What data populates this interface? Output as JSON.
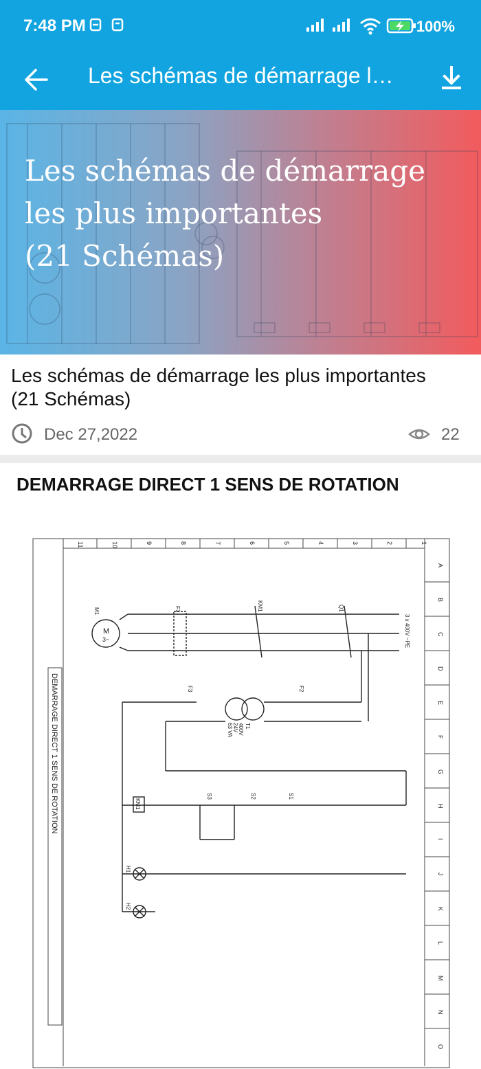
{
  "status_bar": {
    "time": "7:48 PM",
    "battery": "100%"
  },
  "app_bar": {
    "title": "Les schémas de démarrage les plus importantes (21 Schémas)"
  },
  "hero": {
    "line1": "Les schémas de démarrage",
    "line2": "les plus importantes",
    "line3": "(21 Schémas)"
  },
  "article": {
    "title": "Les schémas de démarrage les plus importantes (21 Schémas)",
    "date": "Dec 27,2022",
    "views": "22"
  },
  "section": {
    "heading": "DEMARRAGE DIRECT 1 SENS DE ROTATION"
  },
  "diagram": {
    "side_title": "DEMARRAGE DIRECT 1 SENS DE ROTATION",
    "columns": [
      "11",
      "10",
      "9",
      "8",
      "7",
      "6",
      "5",
      "4",
      "3",
      "2",
      "1"
    ],
    "rows": [
      "A",
      "B",
      "C",
      "D",
      "E",
      "F",
      "G",
      "H",
      "I",
      "J",
      "K",
      "L",
      "M",
      "N",
      "O"
    ],
    "labels": {
      "motor": "M1",
      "motor_symbol": "M",
      "motor_phase": "3~",
      "f1": "F1",
      "km1": "KM1",
      "q1": "Q1",
      "supply": "3 x 400V ~PE",
      "f3": "F3",
      "f2": "F2",
      "t1": "T1",
      "t1_v1": "400V",
      "t1_v2": "24V",
      "t1_va": "63 VA",
      "s3": "S3",
      "s2": "S2",
      "s1": "S1",
      "coil": "KM1",
      "h1": "H1",
      "h2": "H2"
    }
  }
}
